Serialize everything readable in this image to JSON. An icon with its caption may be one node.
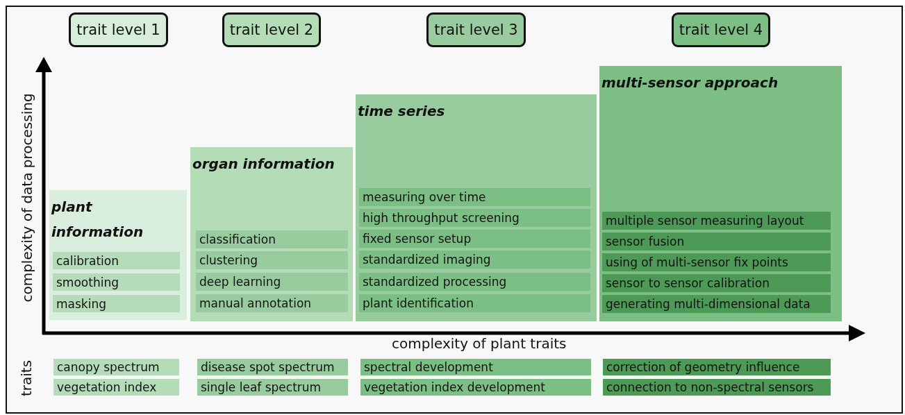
{
  "diagram": {
    "nodes": [
      {
        "text": [
          "trait level 1"
        ]
      },
      {
        "text": [
          "trait level 2"
        ]
      },
      {
        "text": [
          "trait level 3"
        ]
      },
      {
        "text": [
          "trait level 4"
        ]
      },
      {
        "text": [
          "plant information"
        ]
      },
      {
        "text": [
          "calibration"
        ],
        "in": 4
      },
      {
        "text": [
          "smoothing"
        ],
        "in": 4
      },
      {
        "text": [
          "masking"
        ],
        "in": 4
      },
      {
        "text": [
          "organ information"
        ]
      },
      {
        "text": [
          "classification"
        ],
        "in": 8
      },
      {
        "text": [
          "clustering"
        ],
        "in": 8
      },
      {
        "text": [
          "deep learning"
        ],
        "in": 8
      },
      {
        "text": [
          "manual annotation"
        ],
        "in": 8
      },
      {
        "text": [
          "time series"
        ]
      },
      {
        "text": [
          "measuring over time"
        ],
        "in": 13
      },
      {
        "text": [
          "high throughput screening"
        ],
        "in": 13
      },
      {
        "text": [
          "fixed sensor setup"
        ],
        "in": 13
      },
      {
        "text": [
          "standardized imaging"
        ],
        "in": 13
      },
      {
        "text": [
          "standardized processing"
        ],
        "in": 13
      },
      {
        "text": [
          "plant identification"
        ],
        "in": 13
      },
      {
        "text": [
          "multi-sensor approach"
        ]
      },
      {
        "text": [
          "multiple sensor measuring layout"
        ],
        "in": 20
      },
      {
        "text": [
          "sensor fusion"
        ],
        "in": 20
      },
      {
        "text": [
          "using of multi-sensor fix points"
        ],
        "in": 20
      },
      {
        "text": [
          "sensor to sensor calibration"
        ],
        "in": 20
      },
      {
        "text": [
          "generating multi-dimensional data"
        ],
        "in": 20
      },
      {
        "text": [
          "canopy spectrum"
        ]
      },
      {
        "text": [
          "vegetation index"
        ]
      },
      {
        "text": [
          "disease spot spectrum"
        ]
      },
      {
        "text": [
          "single leaf spectrum"
        ]
      },
      {
        "text": [
          "spectral development"
        ]
      },
      {
        "text": [
          "vegetation index development"
        ]
      },
      {
        "text": [
          "correction of geometry influence"
        ]
      },
      {
        "text": [
          "connection to non-spectral sensors"
        ]
      }
    ],
    "labels": [
      "complexity of data processing",
      "complexity of plant traits",
      "traits"
    ]
  }
}
